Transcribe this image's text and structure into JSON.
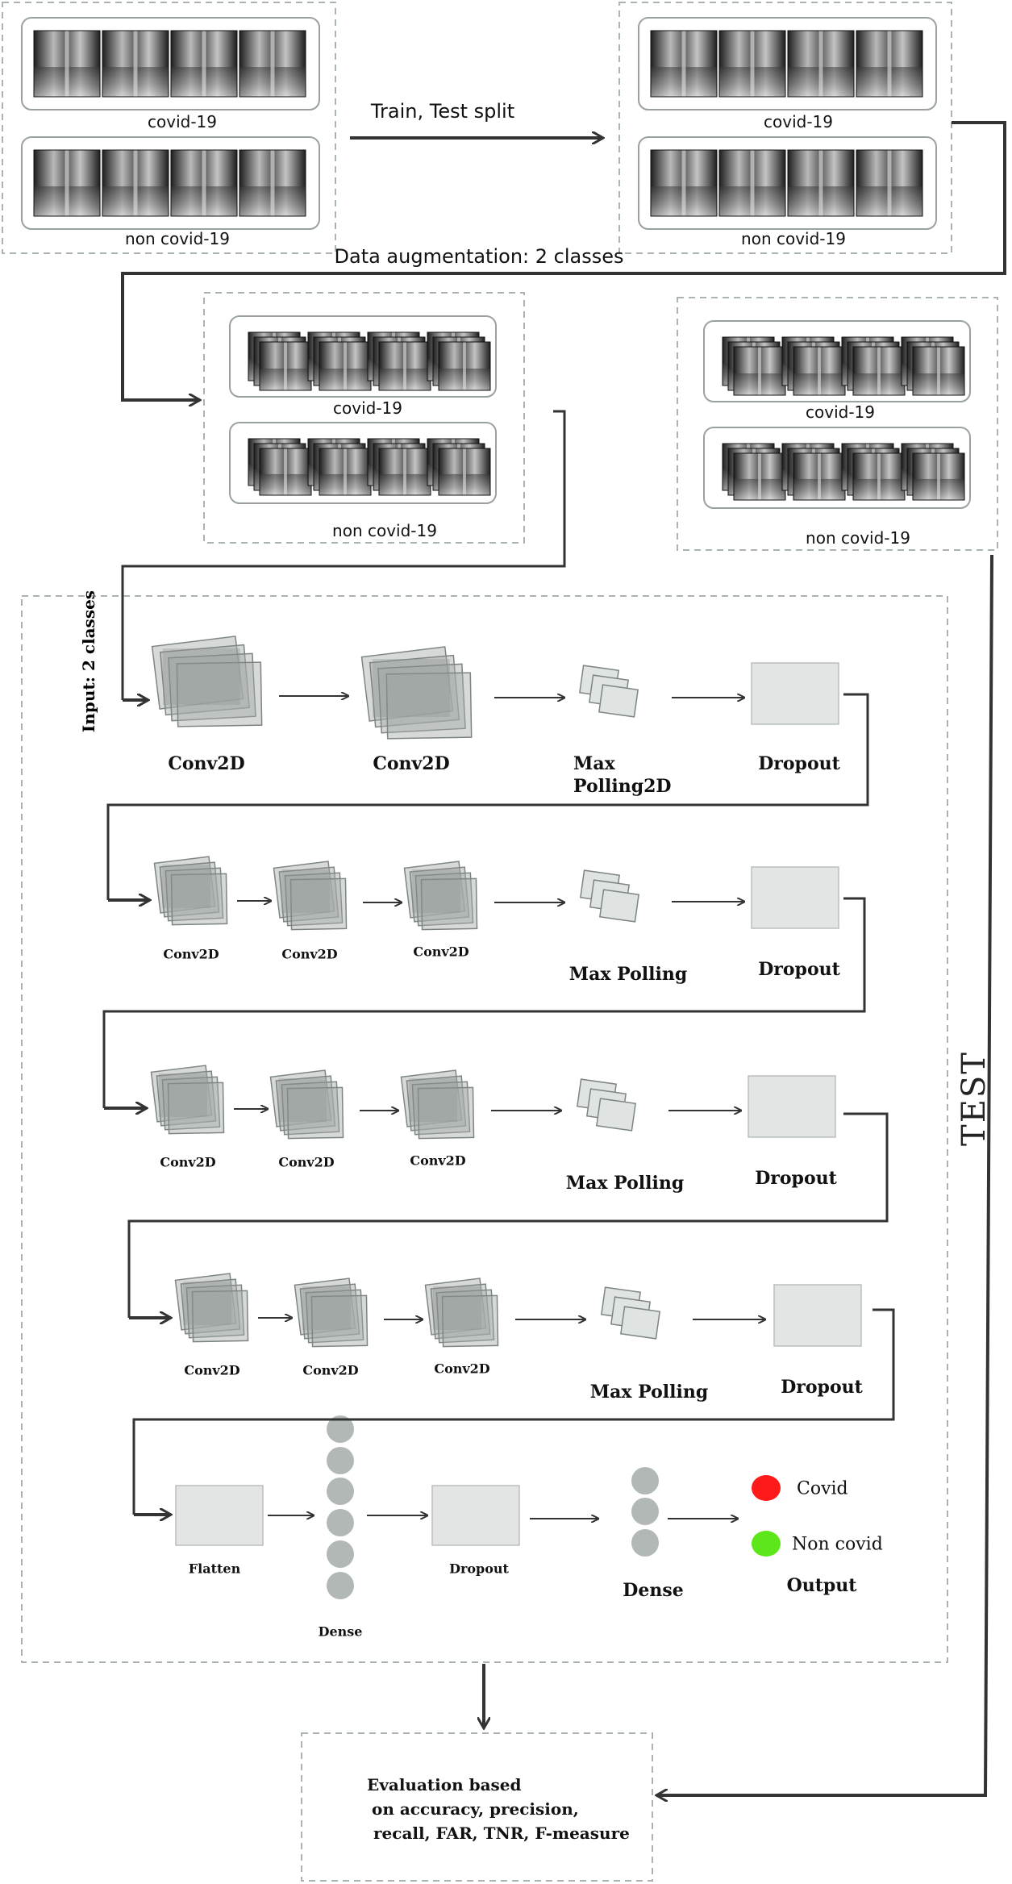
{
  "datasets": {
    "covid_label": "covid-19",
    "noncovid_label": "non covid-19"
  },
  "flow": {
    "split_label": "Train, Test split",
    "augment_label": "Data augmentation: 2 classes",
    "input_label": "Input: 2 classes",
    "test_label": "TEST"
  },
  "cnn": {
    "conv_label": "Conv2D",
    "maxpool2d_line1": "Max",
    "maxpool2d_line2": "Polling2D",
    "maxpool_label": "Max Polling",
    "dropout_label": "Dropout",
    "flatten_label": "Flatten",
    "dense_label": "Dense"
  },
  "output": {
    "title": "Output",
    "classes": [
      {
        "label": "Covid",
        "color": "#ff1a1a"
      },
      {
        "label": "Non covid",
        "color": "#5de619"
      }
    ]
  },
  "evaluation": {
    "lines": [
      "Evaluation based",
      "on accuracy, precision,",
      "recall, FAR, TNR, F-measure"
    ]
  },
  "colors": {
    "line": "#333333",
    "dashed_border": "#a9b3b3",
    "block_fill": "#e2e5e4",
    "layer_fill": "#a3aba9",
    "neuron": "#b2b8b6",
    "xray_dark": "#2c2c2c",
    "xray_light": "#d8d8d8"
  }
}
